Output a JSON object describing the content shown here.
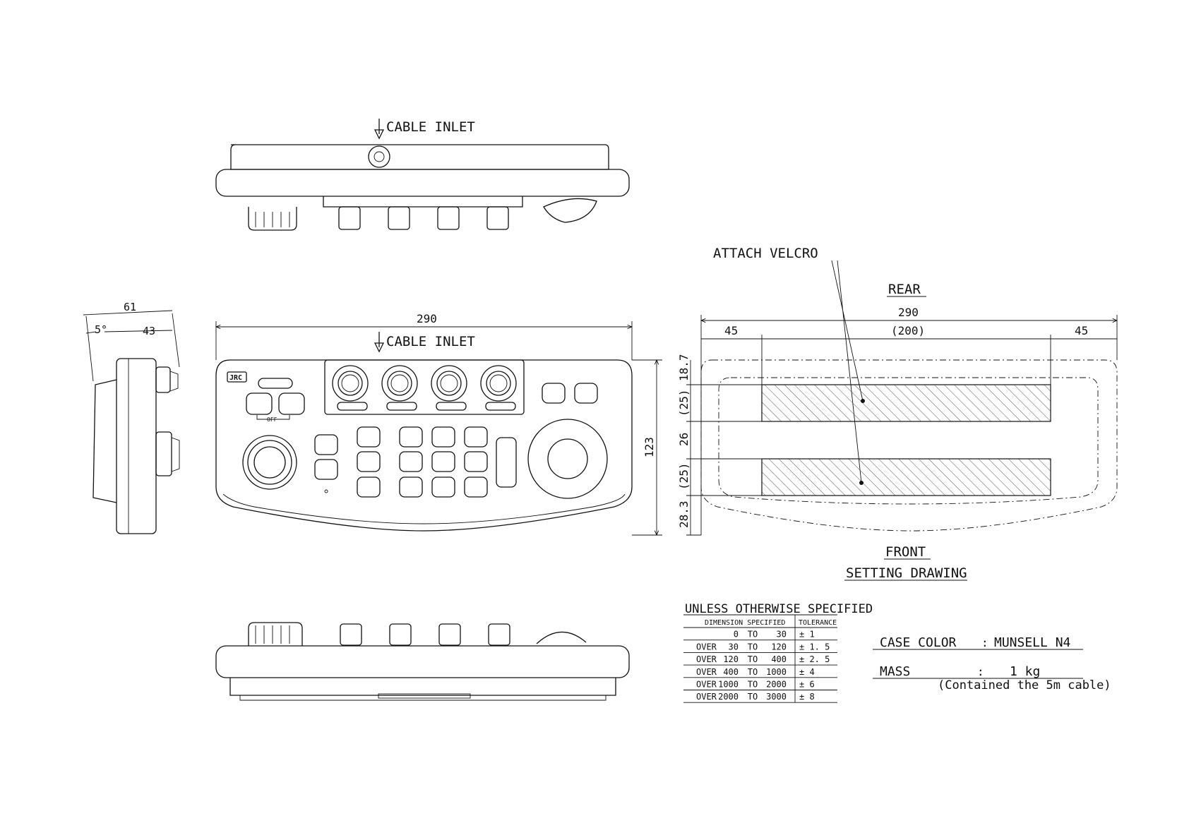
{
  "top_view": {
    "cable_inlet_label": "CABLE INLET"
  },
  "front_view": {
    "width_dim": "290",
    "height_dim": "123",
    "cable_inlet_label": "CABLE INLET",
    "logo_text": "JRC",
    "off_label": "OFF"
  },
  "side_view": {
    "depth_dim": "61",
    "angle_dim": "5°",
    "base_dim": "43"
  },
  "setting_drawing": {
    "attach_label": "ATTACH VELCRO",
    "rear_label": "REAR",
    "front_label": "FRONT",
    "title": "SETTING DRAWING",
    "width_dim": "290",
    "left_margin": "45",
    "center_span": "(200)",
    "right_margin": "45",
    "v_dims": [
      "18.7",
      "(25)",
      "26",
      "(25)",
      "28.3"
    ]
  },
  "tolerance_table": {
    "title": "UNLESS OTHERWISE SPECIFIED",
    "headers": [
      "DIMENSION SPECIFIED",
      "TOLERANCE"
    ],
    "rows": [
      {
        "over": "",
        "from": "0",
        "to_word": "TO",
        "to": "30",
        "tol": "± 1"
      },
      {
        "over": "OVER",
        "from": "30",
        "to_word": "TO",
        "to": "120",
        "tol": "± 1. 5"
      },
      {
        "over": "OVER",
        "from": "120",
        "to_word": "TO",
        "to": "400",
        "tol": "± 2. 5"
      },
      {
        "over": "OVER",
        "from": "400",
        "to_word": "TO",
        "to": "1000",
        "tol": "± 4"
      },
      {
        "over": "OVER",
        "from": "1000",
        "to_word": "TO",
        "to": "2000",
        "tol": "± 6"
      },
      {
        "over": "OVER",
        "from": "2000",
        "to_word": "TO",
        "to": "3000",
        "tol": "± 8"
      }
    ]
  },
  "specs": {
    "case_color_label": "CASE COLOR",
    "case_color_sep": ":",
    "case_color_value": "MUNSELL N4",
    "mass_label": "MASS",
    "mass_sep": ":",
    "mass_value": "1 kg",
    "mass_note": "(Contained the 5m cable)"
  }
}
